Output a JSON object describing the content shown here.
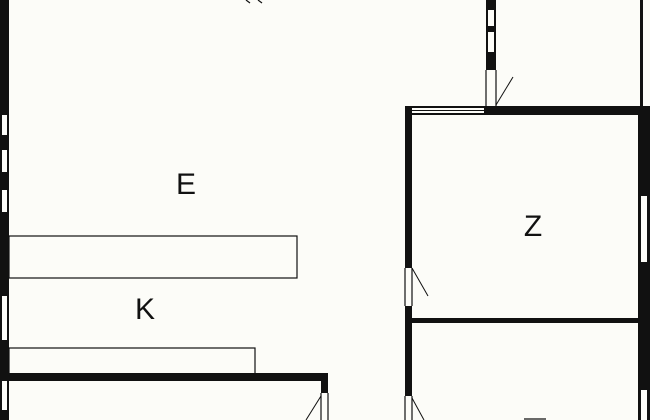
{
  "plan": {
    "rooms": [
      {
        "id": "e",
        "label": "E"
      },
      {
        "id": "k",
        "label": "K"
      },
      {
        "id": "z",
        "label": "Z"
      }
    ],
    "colors": {
      "background": "#fcfcf8",
      "wall": "#111111"
    }
  }
}
